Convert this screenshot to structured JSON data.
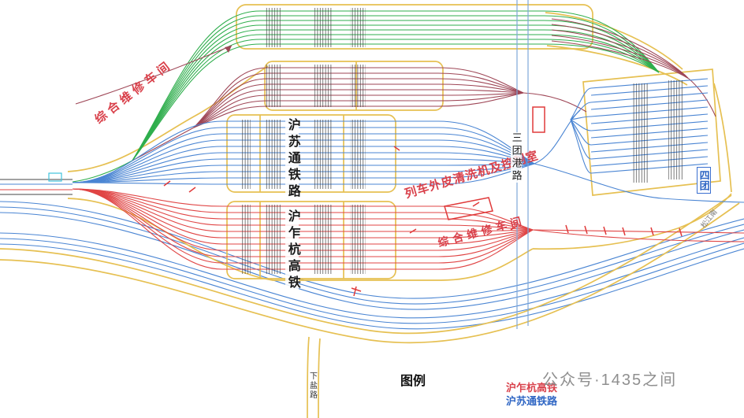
{
  "labels": {
    "maintenance_workshop_top": "综合维修车间",
    "husutong_railway": "沪苏通铁路",
    "huzhahang_hsr": "沪乍杭高铁",
    "train_washer": "列车外皮清洗机及控制室",
    "maintenance_workshop_right": "综合维修车间",
    "santuangang_road": "三团港路",
    "situan": "四团",
    "songjiang_south": "松江南",
    "xiayan_road": "下盐路"
  },
  "legend": {
    "title": "图例",
    "items": [
      {
        "label": "沪乍杭高铁",
        "color": "#d9414b"
      },
      {
        "label": "沪苏通铁路",
        "color": "#2f66c4"
      }
    ]
  },
  "watermark": "公众号·1435之间",
  "track_colors": {
    "green": "#2fae4d",
    "maroon": "#9e4656",
    "blue": "#4a85d3",
    "red": "#e04545",
    "yellow_boundary": "#e6c052",
    "road_blue": "#7fa8d9"
  }
}
